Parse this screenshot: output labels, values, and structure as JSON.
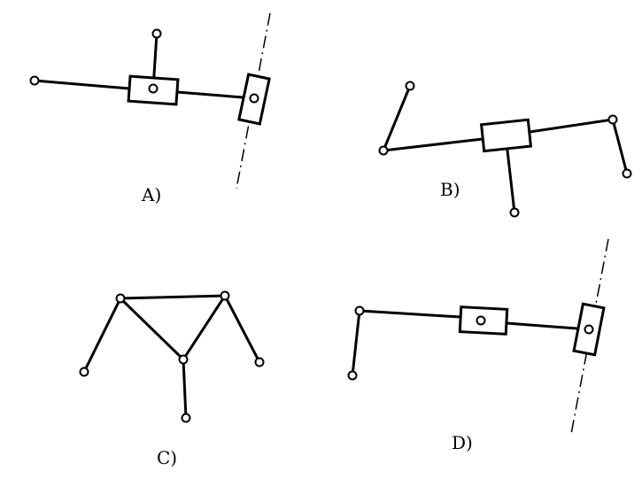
{
  "diagrams": [
    {
      "id": "A",
      "label": "A)"
    },
    {
      "id": "B",
      "label": "B)"
    },
    {
      "id": "C",
      "label": "C)"
    },
    {
      "id": "D",
      "label": "D)"
    }
  ]
}
